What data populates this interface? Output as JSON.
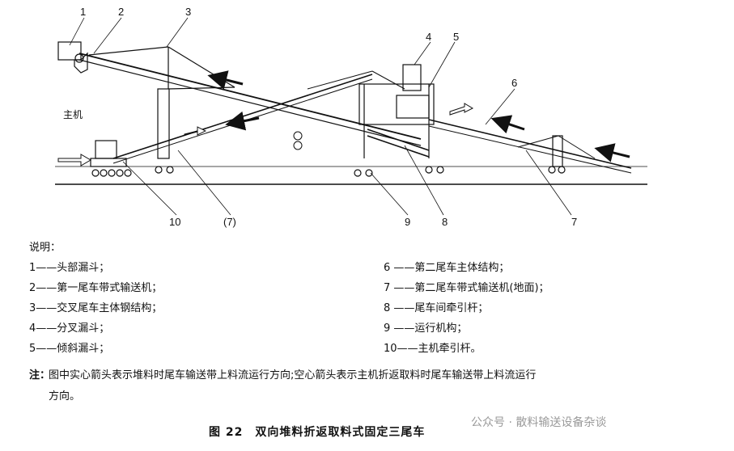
{
  "diagram": {
    "callouts": [
      "1",
      "2",
      "3",
      "4",
      "5",
      "6",
      "7",
      "8",
      "9",
      "10",
      "(7)"
    ],
    "main_machine_label": "主机"
  },
  "legend": {
    "heading": "说明：",
    "left": [
      "1——头部漏斗；",
      "2——第一尾车带式输送机；",
      "3——交叉尾车主体钢结构；",
      "4——分叉漏斗；",
      "5——倾斜漏斗；"
    ],
    "right": [
      "6 ——第二尾车主体结构；",
      "7 ——第二尾车带式输送机(地面)；",
      "8 ——尾车间牵引杆；",
      "9 ——运行机构；",
      "10——主机牵引杆。"
    ],
    "note_label": "注：",
    "note_line1": "图中实心箭头表示堆料时尾车输送带上料流运行方向;空心箭头表示主机折返取料时尾车输送带上料流运行",
    "note_line2": "方向。"
  },
  "caption": "图 22　双向堆料折返取料式固定三尾车",
  "watermark": "公众号 · 散料输送设备杂谈"
}
